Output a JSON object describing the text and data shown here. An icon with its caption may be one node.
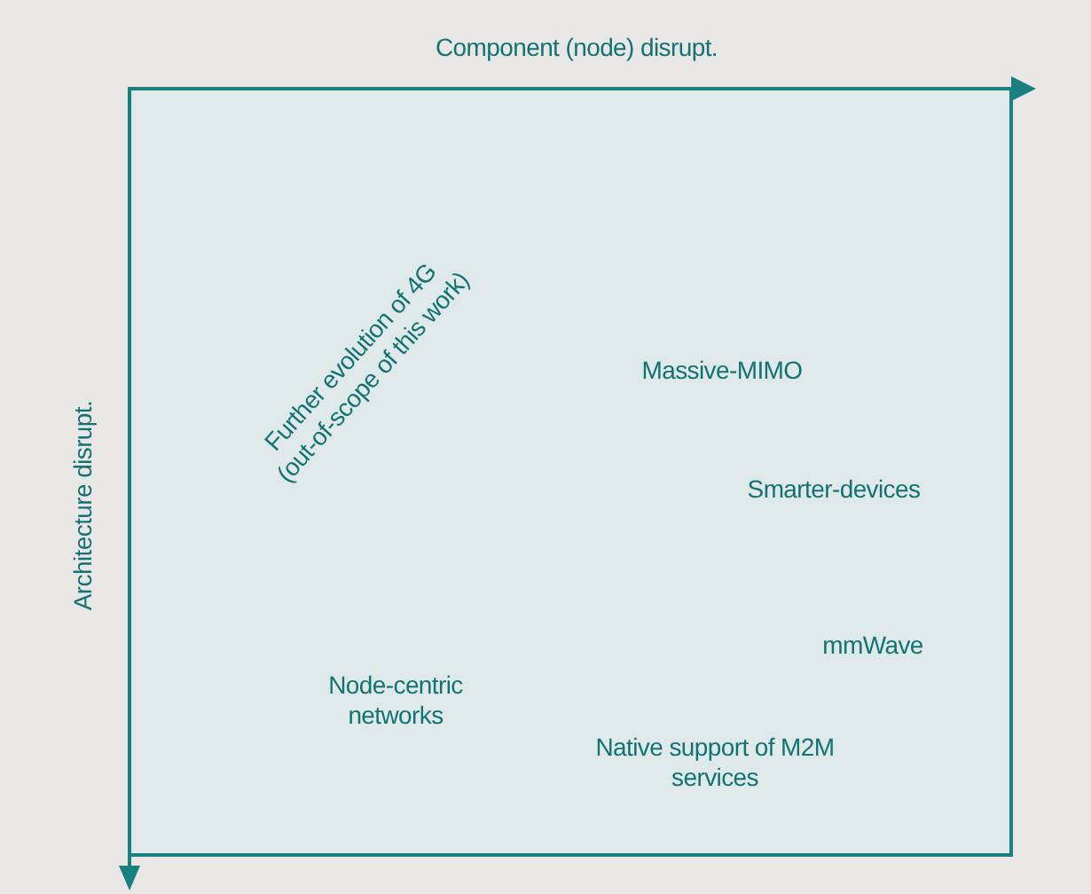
{
  "diagram": {
    "labels": [
      "Component (node) disrupt.",
      "Architecture disrupt.",
      "Further evolution of 4G (out-of-scope of this work)",
      "Massive-MIMO",
      "Smarter-devices",
      "mmWave",
      "Node-centric networks",
      "Native support of M2M services"
    ]
  }
}
